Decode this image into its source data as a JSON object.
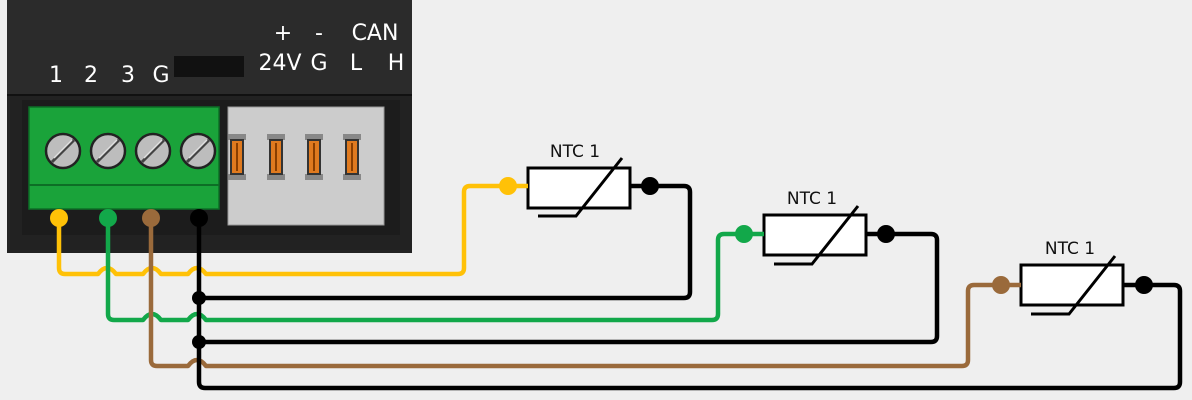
{
  "controller": {
    "terminal_labels": [
      "1",
      "2",
      "3",
      "G"
    ],
    "power_labels": {
      "plus": "+",
      "minus": "-",
      "v24": "24V",
      "g": "G"
    },
    "can_labels": {
      "title": "CAN",
      "l": "L",
      "h": "H"
    }
  },
  "sensors": [
    {
      "label": "NTC 1",
      "wire": "yellow"
    },
    {
      "label": "NTC 1",
      "wire": "green"
    },
    {
      "label": "NTC 1",
      "wire": "brown"
    }
  ],
  "colors": {
    "housing": "#222222",
    "terminal_block": "#1aa33a",
    "connector": "#cccccc",
    "pin": "#e07a1f",
    "yellow": "#ffc107",
    "green": "#12a84a",
    "brown": "#9a6a3b",
    "black": "#000000",
    "background": "#efefef"
  }
}
